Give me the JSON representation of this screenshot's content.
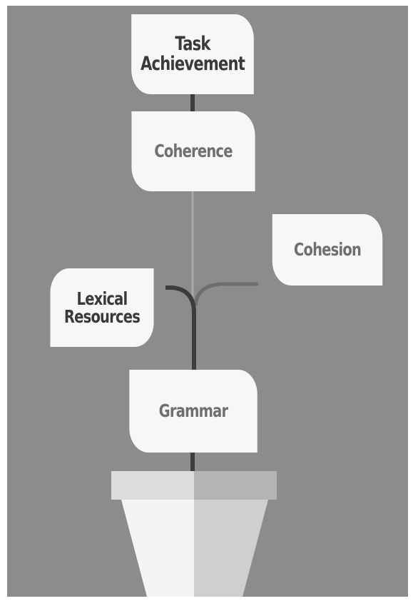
{
  "diagram": {
    "leaves": {
      "task_achievement": "Task\nAchievement",
      "coherence": "Coherence",
      "cohesion": "Cohesion",
      "lexical_resources": "Lexical\nResources",
      "grammar": "Grammar"
    }
  },
  "colors": {
    "background": "#8b8c8e",
    "leaf": "#f7f7f7",
    "stem_dark": "#3c3c3c",
    "stem_light": "#a9a9a9",
    "pot_light": "#f4f4f4",
    "pot_shade": "#cfcfcf"
  }
}
